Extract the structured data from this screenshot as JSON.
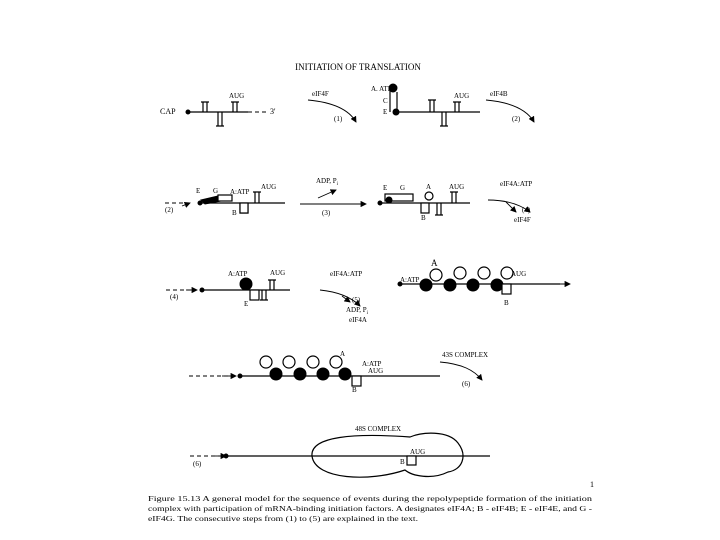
{
  "figure": {
    "title": "INITIATION OF TRANSLATION",
    "page_number": "1",
    "caption": [
      "Figure 15.13     A general model for the sequence of events during the repolypeptide formation of the initiation",
      "complex with participation of mRNA-binding initiation factors. A designates eIF4A; B - eIF4B; E - eIF4E, and G -",
      "eIF4G. The consecutive steps from (1) to (5) are explained in the text."
    ]
  },
  "row1": {
    "cap": "CAP",
    "three_prime": "3'",
    "aug": "AUG",
    "factor1": "eIF4F",
    "step1": "(1)",
    "label_a_atp": "A. ATP",
    "label_c": "C",
    "label_e": "E",
    "aug2": "AUG",
    "factor2": "eIF4B",
    "step2": "(2)"
  },
  "row2": {
    "step_left": "(2)",
    "label_e": "E",
    "label_g": "G",
    "label_a_atp": "A:ATP",
    "aug": "AUG",
    "label_b": "B",
    "adp": "ADP, P",
    "adp_sub": "i",
    "step3": "(3)",
    "label_e2": "E",
    "label_g2": "G",
    "label_a2": "A",
    "aug2": "AUG",
    "label_b2": "B",
    "factor": "eIF4A:ATP",
    "step4": "(4)",
    "released": "eIF4F"
  },
  "row3": {
    "step_left": "(4)",
    "label_a_atp": "A:ATP",
    "aug": "AUG",
    "label_e": "E",
    "factor": "eIF4A:ATP",
    "step5": "(5)",
    "adp": "ADP, P",
    "adp_sub": "i",
    "released": "eIF4A",
    "label_a": "A",
    "label_a_atp2": "A:ATP",
    "aug2": "AUG",
    "label_b": "B"
  },
  "row4": {
    "label_a": "A",
    "label_a_atp": "A:ATP",
    "aug": "AUG",
    "label_b": "B",
    "complex": "43S COMPLEX",
    "step6": "(6)"
  },
  "row5": {
    "complex": "48S COMPLEX",
    "step_left": "(6)",
    "aug": "AUG",
    "label_b": "B"
  }
}
